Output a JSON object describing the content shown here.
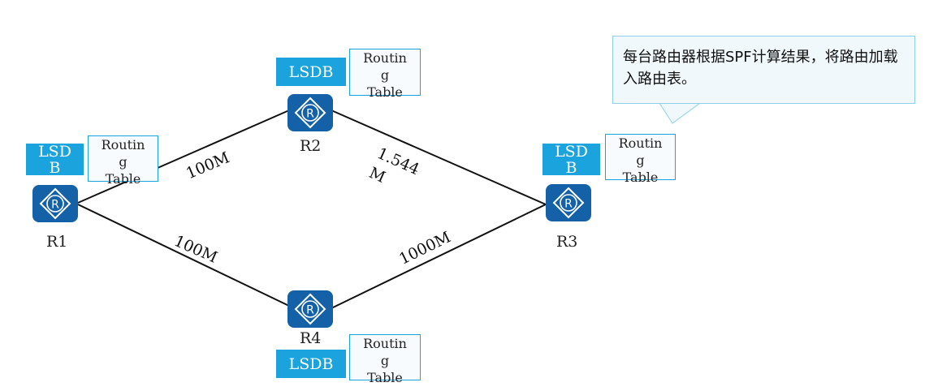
{
  "routers": [
    {
      "id": "R1",
      "label": "R1"
    },
    {
      "id": "R2",
      "label": "R2"
    },
    {
      "id": "R3",
      "label": "R3"
    },
    {
      "id": "R4",
      "label": "R4"
    }
  ],
  "router_icon_letter": "R",
  "links": [
    {
      "from": "R1",
      "to": "R2",
      "label": "100M"
    },
    {
      "from": "R2",
      "to": "R3",
      "label": "1.544\nM"
    },
    {
      "from": "R1",
      "to": "R4",
      "label": "100M"
    },
    {
      "from": "R4",
      "to": "R3",
      "label": "1000M"
    }
  ],
  "tables": {
    "lsdb_label": "LSDB",
    "lsdb_label_wrapped": [
      "LSD",
      "B"
    ],
    "routing_table_lines": [
      "Routin",
      "g",
      "Table"
    ]
  },
  "callout": {
    "text": "每台路由器根据SPF计算结果，将路由加载入路由表。"
  },
  "colors": {
    "router_fill": "#1461a8",
    "lsdb_fill": "#1aa3dd",
    "table_border": "#1aa3dd",
    "callout_border": "#8fd0ec",
    "callout_fill": "#f1f8fc"
  }
}
